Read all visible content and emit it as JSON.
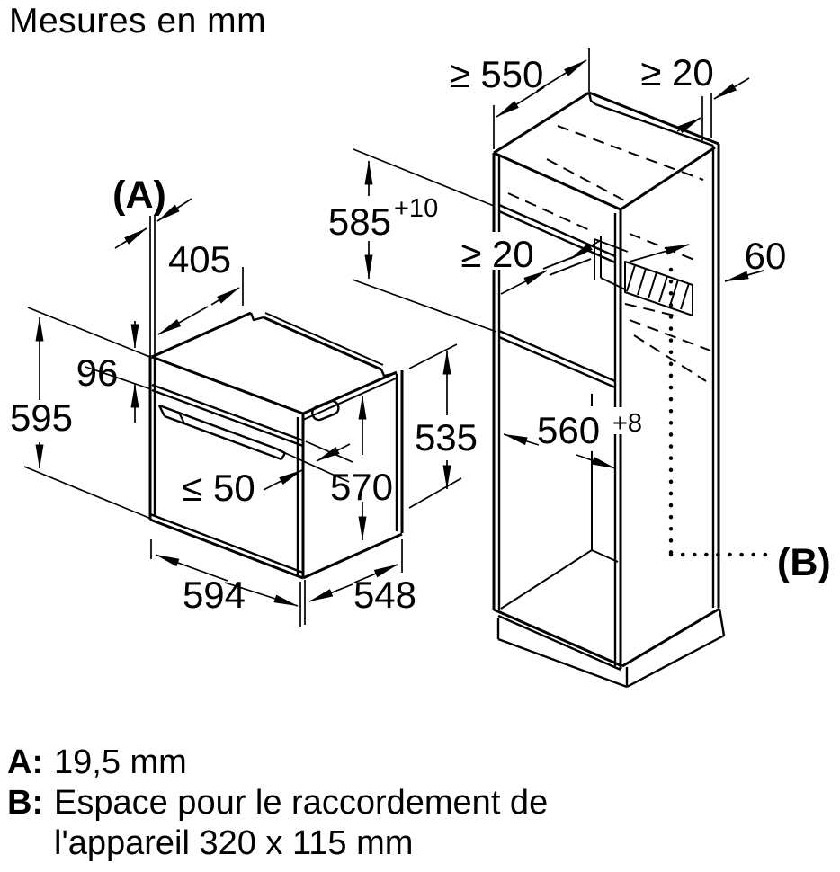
{
  "title": "Mesures en mm",
  "diagram": {
    "oven": {
      "label_a": "(A)",
      "top_clearance": "405",
      "panel_height": "96",
      "front_height": "595",
      "handle_depth": "≤ 50",
      "body_height": "570",
      "rear_height": "535",
      "width": "594",
      "depth": "548"
    },
    "cabinet": {
      "min_depth": "≥ 550",
      "rear_top_gap": "≥ 20",
      "niche_height": "585",
      "niche_height_tolerance": "+10",
      "shelf_rear_gap": "≥ 20",
      "rear_vent_width": "60",
      "niche_width": "560",
      "niche_width_tolerance": "+8",
      "label_b": "(B)"
    }
  },
  "legend": {
    "a_key": "A:",
    "a_value": "19,5 mm",
    "b_key": "B:",
    "b_value_line1": "Espace pour le raccordement de",
    "b_value_line2": "l'appareil 320 x 115 mm"
  },
  "colors": {
    "line": "#000000",
    "background": "#ffffff"
  }
}
